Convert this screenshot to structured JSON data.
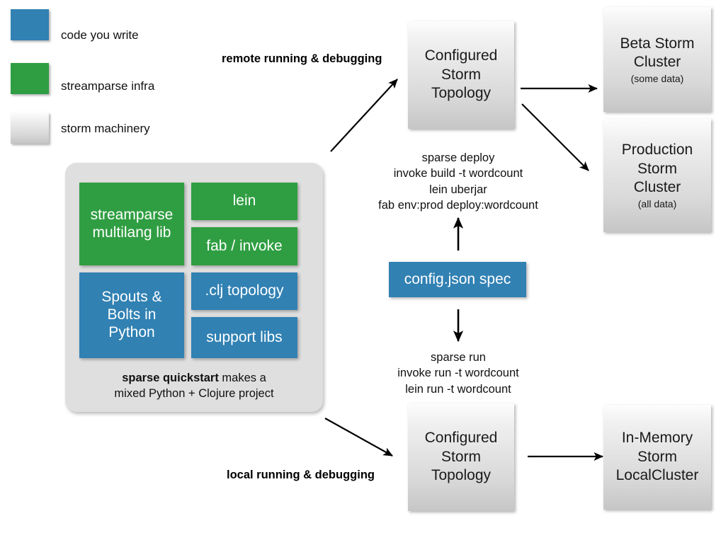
{
  "legend": {
    "items": [
      {
        "label": "code you write",
        "swatch": "blue",
        "color": "#3181b3"
      },
      {
        "label": "streamparse infra",
        "swatch": "green",
        "color": "#2f9e42"
      },
      {
        "label": "storm machinery",
        "swatch": "gray",
        "color": "#e2e2e2"
      }
    ]
  },
  "quickstart": {
    "blocks": {
      "multilang": "streamparse\nmultilang lib",
      "lein": "lein",
      "fab_invoke": "fab / invoke",
      "spouts_bolts": "Spouts &\nBolts in\nPython",
      "clj_topology": ".clj topology",
      "support_libs": "support libs"
    },
    "caption_bold": "sparse quickstart",
    "caption_rest": " makes a",
    "caption_line2": "mixed Python + Clojure project"
  },
  "annotations": {
    "remote": "remote running & debugging",
    "local": "local running & debugging"
  },
  "topologies": {
    "remote": "Configured\nStorm\nTopology",
    "local": "Configured\nStorm\nTopology"
  },
  "clusters": {
    "beta": {
      "main": "Beta Storm\nCluster",
      "sub": "(some data)"
    },
    "production": {
      "main": "Production\nStorm\nCluster",
      "sub": "(all data)"
    },
    "local": {
      "main": "In-Memory\nStorm\nLocalCluster",
      "sub": ""
    }
  },
  "config_spec": {
    "label": "config.json spec"
  },
  "commands": {
    "deploy": "sparse deploy\ninvoke build -t wordcount\nlein uberjar\nfab env:prod deploy:wordcount",
    "run": "sparse run\ninvoke run -t wordcount\nlein run -t wordcount"
  },
  "colors": {
    "blue": "#3181b3",
    "green": "#2f9e42",
    "container_gray": "#dfdfdf",
    "arrow": "#000000",
    "background": "#ffffff"
  }
}
